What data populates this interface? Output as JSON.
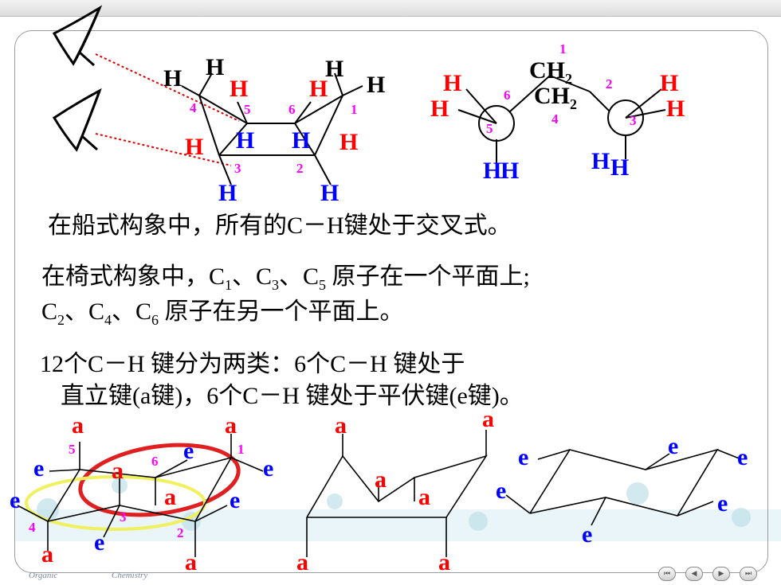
{
  "lines": {
    "boat": "在船式构象中，所有的C－H键处于交叉式。",
    "chair_a1": "在椅式构象中，C",
    "chair_a_s1": "1",
    "chair_a2": "、C",
    "chair_a_s3": "3",
    "chair_a3": "、C",
    "chair_a_s5": "5",
    "chair_a4": " 原子在一个平面上;",
    "chair_b1": "C",
    "chair_b_s2": "2",
    "chair_b2": "、C",
    "chair_b_s4": "4",
    "chair_b3": "、C",
    "chair_b_s6": "6",
    "chair_b4": " 原子在另一个平面上。",
    "bonds_1": "12个C－H 键分为两类：6个C－H 键处于",
    "bonds_2": "直立键(a键)，6个C－H 键处于平伏键(e键)。"
  },
  "diagram_labels": {
    "H": "H",
    "CH2": "CH",
    "CH2_sub": "2",
    "a": "a",
    "e": "e",
    "n1": "1",
    "n2": "2",
    "n3": "3",
    "n4": "4",
    "n5": "5",
    "n6": "6"
  },
  "footer": {
    "left": "Organic",
    "right": "Chemistry"
  },
  "nav": [
    "⏮",
    "◀",
    "▶",
    "⏭"
  ],
  "colors": {
    "red": "#ff0000",
    "blue": "#0000ff",
    "magenta": "#ff00ff",
    "black": "#000000",
    "ellipse_red": "#e02020",
    "ellipse_yellow": "#f0f060"
  }
}
